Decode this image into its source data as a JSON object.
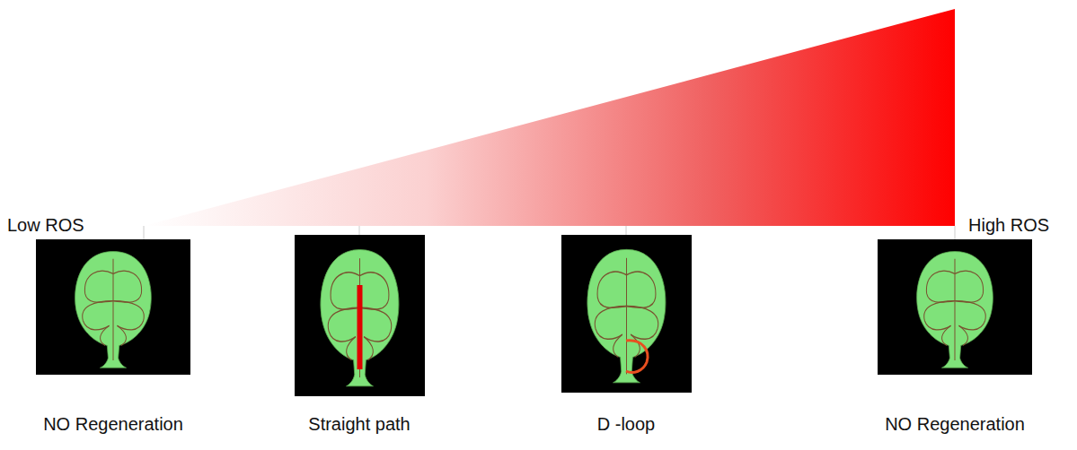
{
  "diagram": {
    "labels": [
      "Low ROS",
      "High ROS",
      "NO Regeneration",
      "Straight path",
      "D -loop",
      "NO Regeneration"
    ]
  }
}
